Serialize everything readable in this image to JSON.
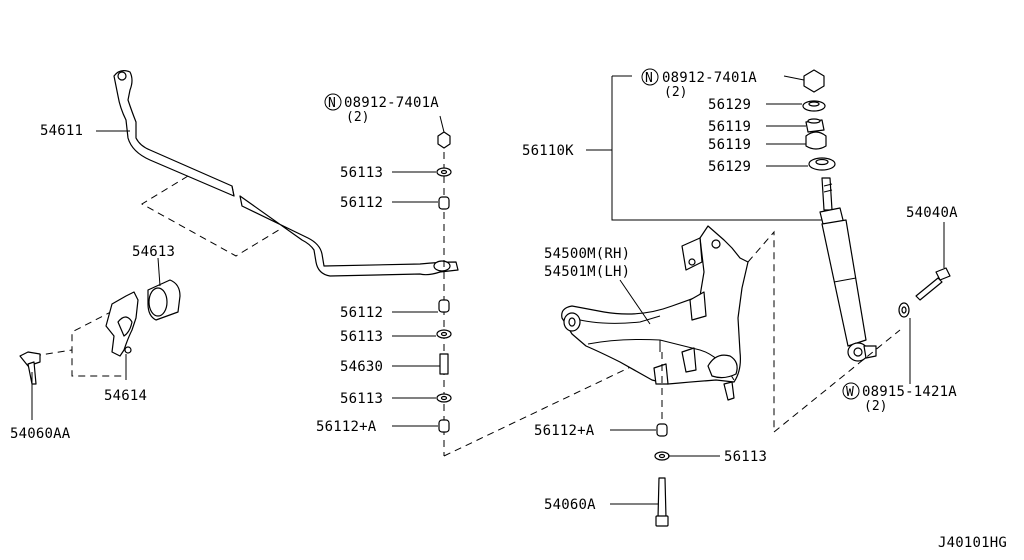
{
  "diagram_code": "J40101HG",
  "labels": {
    "p54611": "54611",
    "p54613": "54613",
    "p54614": "54614",
    "p54060AA": "54060AA",
    "nut_left_code": "08912-7401A",
    "nut_left_qty": "(2)",
    "left_56113_a": "56113",
    "left_56112_a": "56112",
    "left_56112_b": "56112",
    "left_56113_b": "56113",
    "p54630": "54630",
    "left_56113_c": "56113",
    "left_56112A": "56112+A",
    "nut_right_code": "08912-7401A",
    "nut_right_qty": "(2)",
    "right_56129_a": "56129",
    "right_56119_a": "56119",
    "right_56119_b": "56119",
    "right_56129_b": "56129",
    "p56110K": "56110K",
    "p54040A": "54040A",
    "p54500M": "54500M(RH)",
    "p54501M": "54501M(LH)",
    "washer_code": "08915-1421A",
    "washer_qty": "(2)",
    "mid_56112A": "56112+A",
    "mid_56113": "56113",
    "p54060A": "54060A"
  },
  "symbols": {
    "nut_left": "N",
    "nut_right": "N",
    "washer": "W"
  },
  "colors": {
    "ink": "#000000",
    "paper": "#ffffff"
  }
}
